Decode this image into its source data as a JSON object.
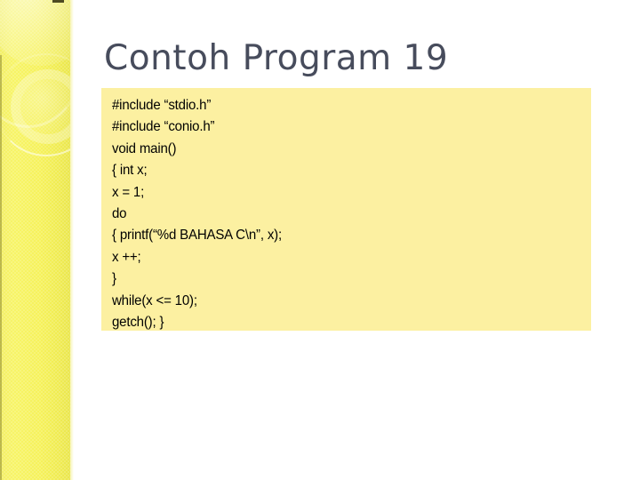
{
  "slide": {
    "title": "Contoh Program 19",
    "title_color": "#474c5c",
    "background_color": "#ffffff"
  },
  "sidebar": {
    "name": "decorative-yellow-band",
    "color": "#f6f25c",
    "accent_color": "#eae64e",
    "decorations": [
      "circle-large",
      "arc-thin",
      "ring",
      "arc-lower"
    ]
  },
  "code_block": {
    "background_color": "#fcf0a1",
    "text_color": "#000000",
    "language": "c",
    "lines": [
      "#include “stdio.h”",
      "#include “conio.h”",
      "void main()",
      "{ int x;",
      "x = 1;",
      "do",
      "{ printf(“%d BAHASA C\\n”, x);",
      "x ++;",
      "}",
      "while(x <= 10);",
      "getch(); }"
    ]
  }
}
